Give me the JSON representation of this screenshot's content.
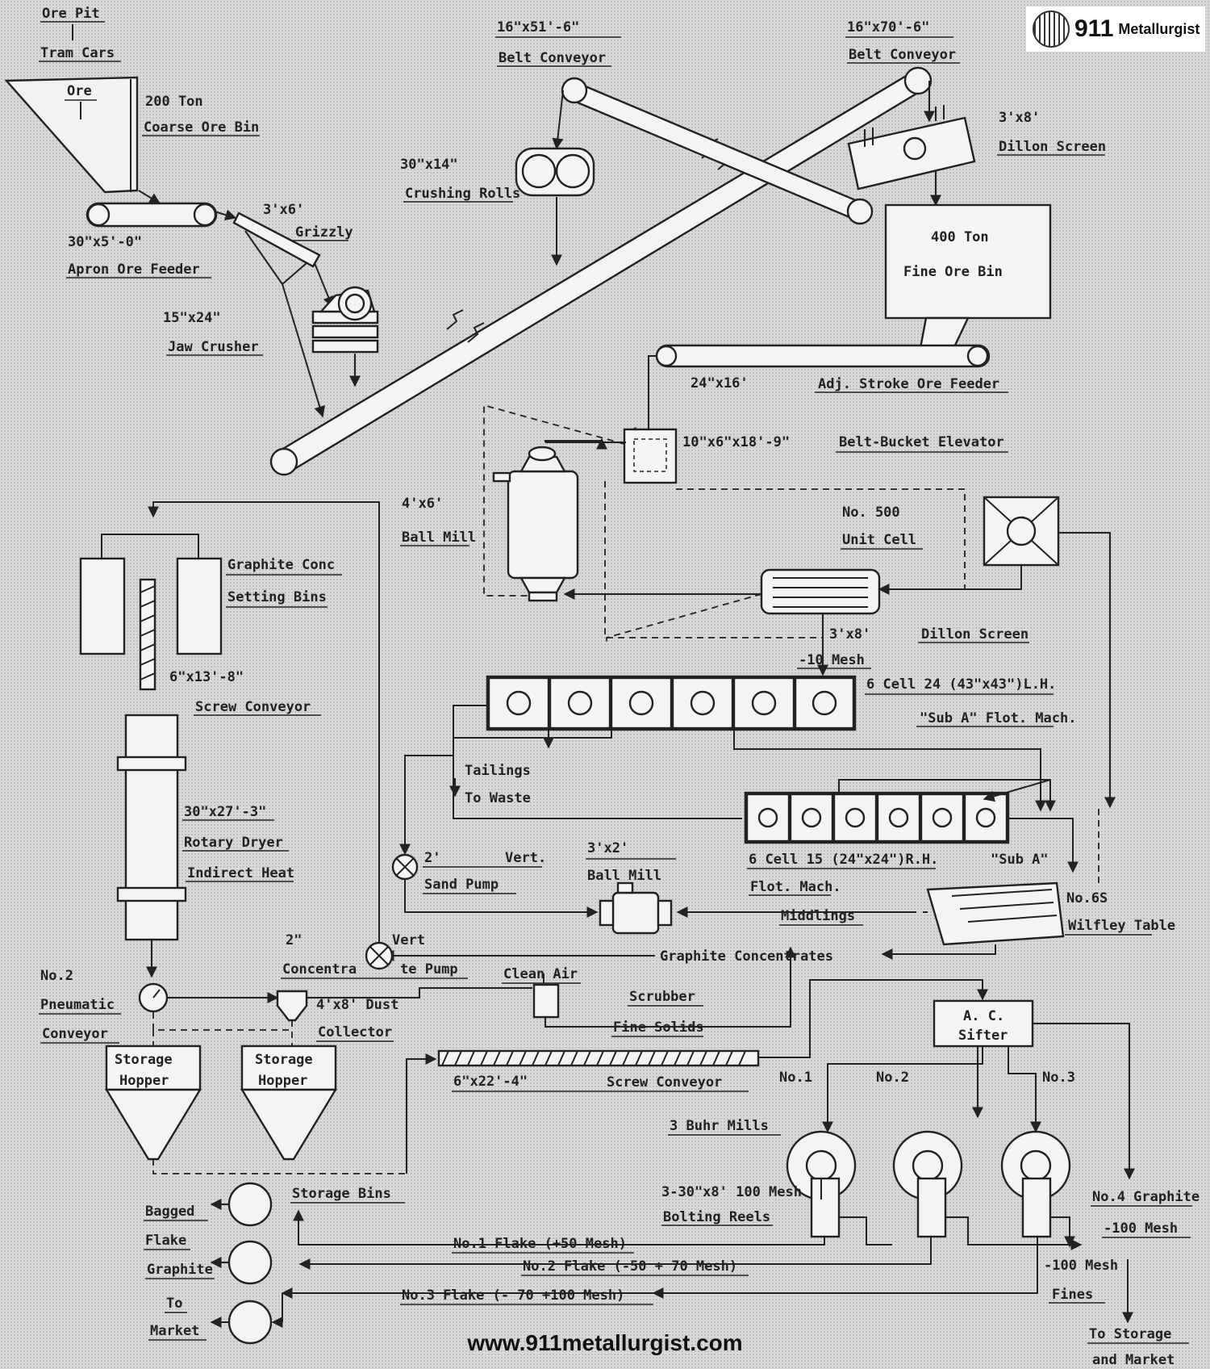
{
  "brand": {
    "logo_number": "911",
    "logo_name": "Metallurgist",
    "website": "www.911metallurgist.com"
  },
  "labels": {
    "ore_pit": "Ore Pit",
    "tram_cars": "Tram Cars",
    "ore": "Ore",
    "coarse_bin_size": "200 Ton",
    "coarse_bin_name": "Coarse Ore Bin",
    "apron_size": "30\"x5'-0\"",
    "apron_name": "Apron Ore Feeder",
    "grizzly_size": "3'x6'",
    "grizzly_name": "Grizzly",
    "jaw_size": "15\"x24\"",
    "jaw_name": "Jaw Crusher",
    "rolls_size": "30\"x14\"",
    "rolls_name": "Crushing Rolls",
    "belt1_size": "16\"x51'-6\"",
    "belt1_name": "Belt Conveyor",
    "belt2_size": "16\"x70'-6\"",
    "belt2_name": "Belt Conveyor",
    "dillon1_size": "3'x8'",
    "dillon1_name": "Dillon Screen",
    "fine_bin_size": "400 Ton",
    "fine_bin_name": "Fine Ore Bin",
    "adj_feeder_size": "24\"x16'",
    "adj_feeder_name": "Adj. Stroke Ore Feeder",
    "elevator_size": "10\"x6\"x18'-9\"",
    "elevator_name": "Belt-Bucket Elevator",
    "ball_mill_size": "4'x6'",
    "ball_mill_name": "Ball Mill",
    "unit_cell_no": "No. 500",
    "unit_cell_name": "Unit Cell",
    "dillon2_size": "3'x8'",
    "dillon2_name": "Dillon Screen",
    "minus10": "-10 Mesh",
    "flot1_spec": "6 Cell 24 (43\"x43\")L.H.",
    "flot1_name": "\"Sub A\" Flot. Mach.",
    "tailings": "Tailings",
    "to_waste": "To Waste",
    "flot2_spec": "6 Cell 15 (24\"x24\")R.H.",
    "flot2_suba": "\"Sub A\"",
    "flot2_name": "Flot. Mach.",
    "sand_pump_size": "2'",
    "sand_pump_vert": "Vert.",
    "sand_pump_name": "Sand Pump",
    "small_mill_size": "3'x2'",
    "small_mill_name": "Ball Mill",
    "middlings": "Middlings",
    "wilfley_no": "No.6S",
    "wilfley_name": "Wilfley Table",
    "graphite_conc": "Graphite Concentrates",
    "conc_pump_size": "2\"",
    "conc_pump_a": "Concentra",
    "conc_pump_b": "te Pump",
    "conc_pump_vert": "Vert",
    "settling1": "Graphite Conc",
    "settling2": "Setting Bins",
    "screw1_size": "6\"x13'-8\"",
    "screw1_name": "Screw Conveyor",
    "dryer_size": "30\"x27'-3\"",
    "dryer_name": "Rotary Dryer",
    "dryer_heat": "Indirect Heat",
    "pneumatic1": "No.2",
    "pneumatic2": "Pneumatic",
    "pneumatic3": "Conveyor",
    "dust1": "4'x8' Dust",
    "dust2": "Collector",
    "clean_air": "Clean Air",
    "scrubber": "Scrubber",
    "fine_solids": "Fine Solids",
    "storage_hopper_a": "Storage",
    "storage_hopper_b": "Hopper",
    "screw2_size": "6\"x22'-4\"",
    "screw2_name": "Screw Conveyor",
    "sifter_a": "A. C.",
    "sifter_b": "Sifter",
    "mill_no1": "No.1",
    "mill_no2": "No.2",
    "mill_no3": "No.3",
    "buhr_mills": "3 Buhr Mills",
    "bolting1": "3-30\"x8' 100 Mesh",
    "bolting2": "Bolting Reels",
    "no4_graphite": "No.4 Graphite",
    "minus100_a": "-100 Mesh",
    "minus100_b": "-100 Mesh",
    "fines": "Fines",
    "to_storage": "To Storage",
    "and_market": "and Market",
    "storage_bins": "Storage Bins",
    "bagged": "Bagged",
    "flake": "Flake",
    "graphite": "Graphite",
    "to": "To",
    "market": "Market",
    "flake1": "No.1 Flake (+50 Mesh)",
    "flake2": "No.2 Flake (-50 + 70 Mesh)",
    "flake3": "No.3 Flake (- 70 +100 Mesh)"
  }
}
